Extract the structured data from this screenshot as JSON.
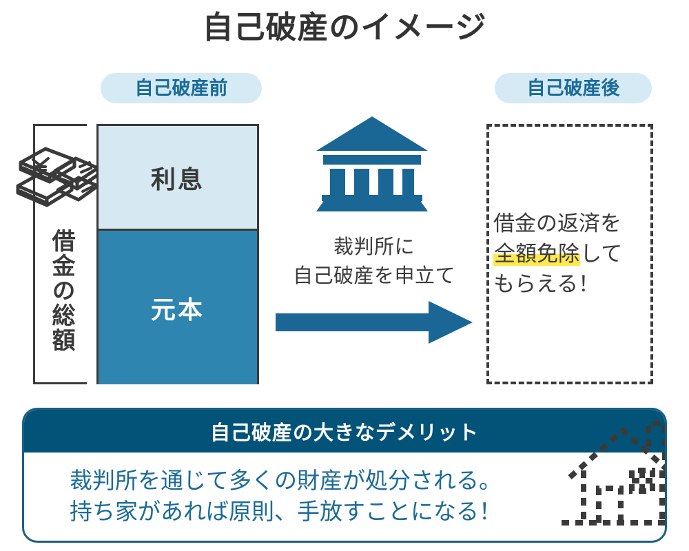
{
  "title": "自己破産のイメージ",
  "stages": {
    "before_label": "自己破産前",
    "after_label": "自己破産後"
  },
  "before": {
    "bracket_label": "借金の総額",
    "money_icon": "money-stack-icon",
    "segments": [
      {
        "name": "利息",
        "kind": "interest",
        "fill": "#d6e8f2",
        "text_color": "#3a3a3a",
        "share_percent": 40
      },
      {
        "name": "元本",
        "kind": "principal",
        "fill": "#2e86b0",
        "text_color": "#ffffff",
        "share_percent": 60
      }
    ]
  },
  "middle": {
    "icon": "courthouse-icon",
    "caption_line1": "裁判所に",
    "caption_line2": "自己破産を申立て",
    "arrow_icon": "arrow-right-icon",
    "arrow_color": "#1a6694"
  },
  "after": {
    "line1": "借金の返済を",
    "line2_highlight": "全額免除",
    "line2_rest": "して",
    "line3": "もらえる！",
    "highlight_color": "#ffe94d"
  },
  "demerit": {
    "header": "自己破産の大きなデメリット",
    "body_line1": "裁判所を通じて多くの財産が処分される。",
    "body_line2": "持ち家があれば原則、手放すことになる！",
    "icon": "dashed-house-icon",
    "header_color": "#035379",
    "text_color": "#1a6b98"
  }
}
